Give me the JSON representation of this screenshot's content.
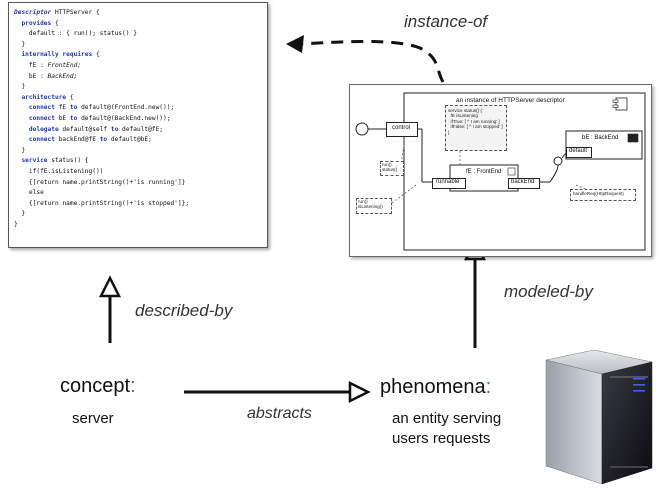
{
  "code": {
    "line1_kw": "Descriptor",
    "line1_rest": " HTTPServer {",
    "provides_kw": "  provides",
    "provides_rest": " {",
    "default_line": "    default : { run(); status() }",
    "close1": "  }",
    "internally_kw": "  internally requires",
    "internally_rest": " {",
    "fe_decl_a": "    fE : ",
    "fe_decl_b": "FrontEnd;",
    "be_decl_a": "    bE : ",
    "be_decl_b": "BackEnd;",
    "close2": "  }",
    "arch_kw": "  architecture",
    "arch_rest": " {",
    "connect1_kw": "    connect",
    "connect1_a": " fE ",
    "to_kw": "to",
    "connect1_b": " default@(FrontEnd.new());",
    "connect2_kw": "    connect",
    "connect2_a": " bE ",
    "connect2_b": " default@(BackEnd.new());",
    "delegate_kw": "    delegate",
    "delegate_a": " default@self ",
    "delegate_b": " default@fE;",
    "connect3_kw": "    connect",
    "connect3_a": " backEnd@fE ",
    "connect3_b": " default@bE;",
    "close3": "  }",
    "service_kw": "  service",
    "service_rest": " status() {",
    "if_line": "    if(fE.isListening())",
    "ret1": "    {[return name.printString()+'is running']}",
    "else_line": "    else",
    "ret2": "    {[return name.printString()+'is stopped']};",
    "close4": "  }",
    "close5": "}"
  },
  "labels": {
    "instance_of": "instance-of",
    "described_by": "described-by",
    "modeled_by": "modeled-by",
    "abstracts": "abstracts",
    "concept": "concept",
    "concept_colon": ":",
    "server": "server",
    "phenomena": "phenomena",
    "phenomena_colon": ":",
    "phen_line1": "an entity serving",
    "phen_line2": "users requests"
  },
  "uml": {
    "title": "an instance of HTTPServer descriptor",
    "control": "control",
    "note_lines": "service status() {\n  fE isListening\n  ifTrue: [ ^ I am running' ]\n  ifFalse: [ ^ I am stopped' ]\n}",
    "run_status": "run()\nstatus()",
    "fe_label": "fE : FrontEnd",
    "runnable": "runnable",
    "backend_port": "backEnd",
    "be_label": "bE : BackEnd",
    "default_port": "default",
    "run_listening": "run()\nisListening()",
    "handle_req": "handleReq(HttpRequest)"
  }
}
